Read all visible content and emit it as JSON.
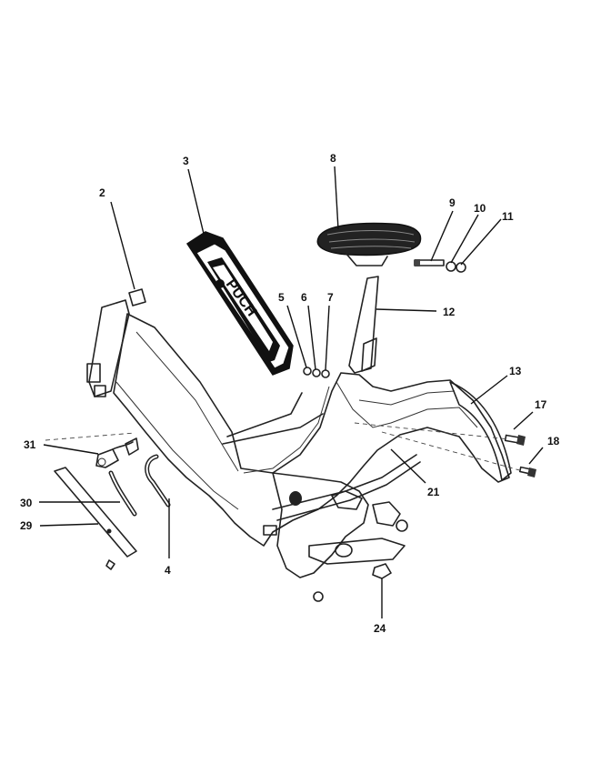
{
  "diagram": {
    "callouts": [
      {
        "id": "2",
        "label": "2"
      },
      {
        "id": "3",
        "label": "3"
      },
      {
        "id": "4",
        "label": "4"
      },
      {
        "id": "5",
        "label": "5"
      },
      {
        "id": "6",
        "label": "6"
      },
      {
        "id": "7",
        "label": "7"
      },
      {
        "id": "8",
        "label": "8"
      },
      {
        "id": "9",
        "label": "9"
      },
      {
        "id": "10",
        "label": "10"
      },
      {
        "id": "11",
        "label": "11"
      },
      {
        "id": "12",
        "label": "12"
      },
      {
        "id": "13",
        "label": "13"
      },
      {
        "id": "17",
        "label": "17"
      },
      {
        "id": "18",
        "label": "18"
      },
      {
        "id": "21",
        "label": "21"
      },
      {
        "id": "24",
        "label": "24"
      },
      {
        "id": "29",
        "label": "29"
      },
      {
        "id": "30",
        "label": "30"
      },
      {
        "id": "31",
        "label": "31"
      }
    ],
    "emblem_text": "PUCH"
  }
}
